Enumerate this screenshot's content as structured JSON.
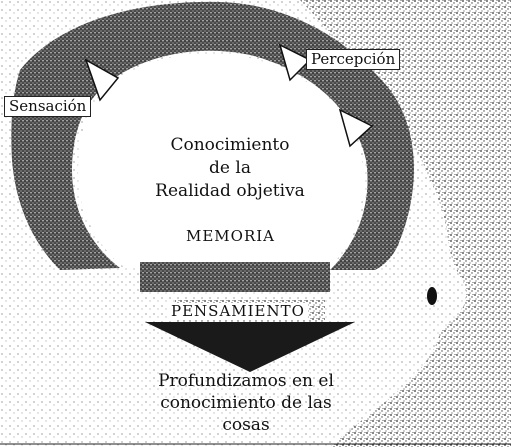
{
  "labels": {
    "sensacion": "Sensación",
    "percepcion": "Percepción",
    "memoria": "MEMORIA",
    "pensamiento": "PENSAMIENTO"
  },
  "center_text": {
    "line1": "Conocimiento",
    "line2": "de la",
    "line3": "Realidad objetiva"
  },
  "bottom_text": {
    "line1": "Profundizamos en el",
    "line2": "conocimiento de las",
    "line3": "cosas"
  },
  "colors": {
    "stipple": "#555555",
    "ink": "#111111",
    "paper": "#ffffff"
  }
}
